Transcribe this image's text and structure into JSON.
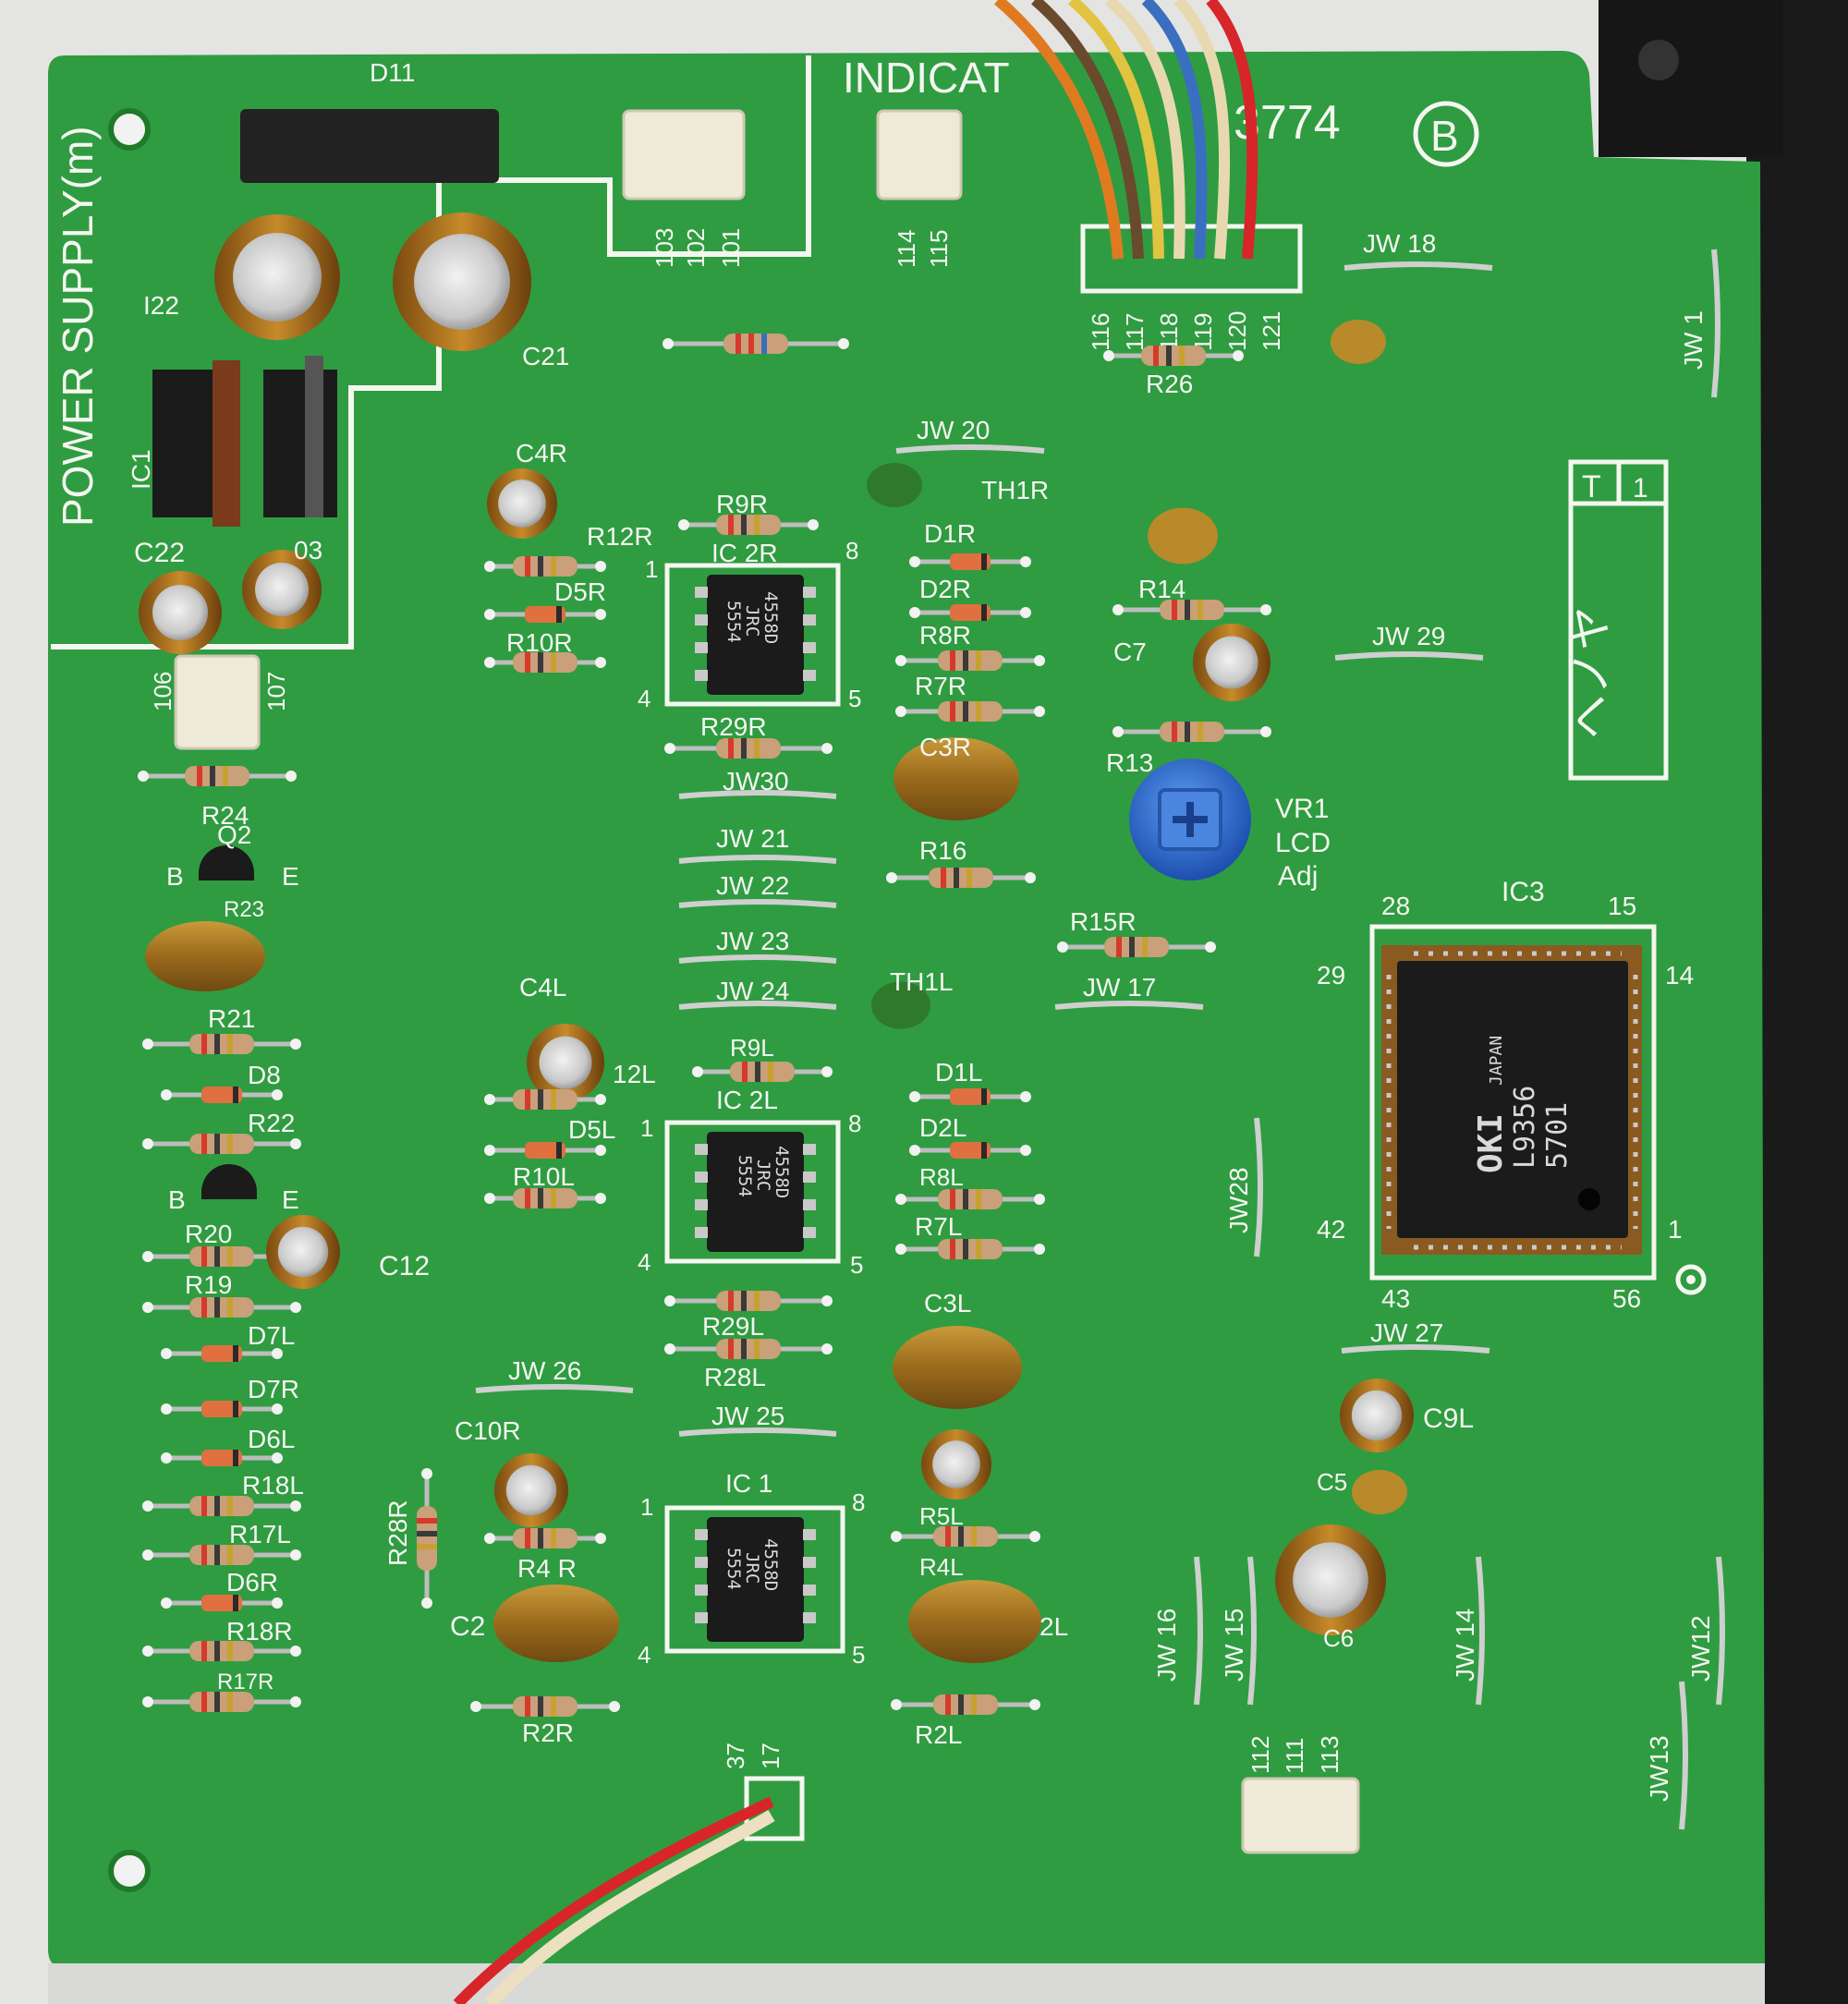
{
  "board": {
    "colors": {
      "pcb": "#2e9a3f",
      "pcb_dark": "#1f7a2c",
      "silkscreen": "#f4f6f0",
      "chassis": "#1a1a1a",
      "ic_body": "#1b1b1b"
    },
    "section_label": "POWER SUPPLY(m)",
    "indicator_label": "INDICAT",
    "board_number": "3774",
    "revision_mark": "B"
  },
  "ics": [
    {
      "ref": "IC 2R",
      "line1": "4558D",
      "line2": "JRC",
      "line3": "5554",
      "pin1": "1",
      "pin4": "4",
      "pin5": "5",
      "pin8": "8"
    },
    {
      "ref": "IC 2L",
      "line1": "4558D",
      "line2": "JRC",
      "line3": "5554",
      "pin1": "1",
      "pin4": "4",
      "pin5": "5",
      "pin8": "8"
    },
    {
      "ref": "IC 1",
      "line1": "4558D",
      "line2": "JRC",
      "line3": "5554",
      "pin1": "1",
      "pin4": "4",
      "pin5": "5",
      "pin8": "8"
    }
  ],
  "ic3": {
    "ref": "IC3",
    "brand": "OKI",
    "origin": "JAPAN",
    "part": "L9356",
    "code": "5701",
    "pins": [
      "28",
      "15",
      "29",
      "14",
      "42",
      "1",
      "43",
      "56"
    ]
  },
  "trimmer": {
    "ref": "VR1",
    "line2": "LCD",
    "line3": "Adj"
  },
  "connectors": {
    "top_left_pins": [
      "103",
      "102",
      "101"
    ],
    "top_mid_pins": [
      "114",
      "115"
    ],
    "ribbon_pins": [
      "116",
      "117",
      "118",
      "119",
      "120",
      "121"
    ],
    "left_pins": [
      "106",
      "107"
    ],
    "bottom_pins": [
      "112",
      "111",
      "113"
    ],
    "bottom_wire_pins": [
      "37",
      "17"
    ]
  },
  "labels": {
    "d11": "D11",
    "i22": "I22",
    "c21": "C21",
    "ic1_left": "IC1",
    "c22": "C22",
    "c3_partial": "03",
    "c4r": "C4R",
    "r12r": "R12R",
    "r9r": "R9R",
    "d5r": "D5R",
    "r10r": "R10R",
    "jw20": "JW 20",
    "th1r": "TH1R",
    "d1r": "D1R",
    "d2r": "D2R",
    "r8r": "R8R",
    "r7r": "R7R",
    "r29r": "R29R",
    "jw30": "JW30",
    "c3r": "C3R",
    "jw21": "JW 21",
    "jw22": "JW 22",
    "jw23": "JW 23",
    "jw24": "JW 24",
    "r16": "R16",
    "r15r": "R15R",
    "jw17": "JW 17",
    "th1l": "TH1L",
    "jw18": "JW 18",
    "r26": "R26",
    "jw1": "JW 1",
    "r14": "R14",
    "c7": "C7",
    "r13": "R13",
    "jw29": "JW 29",
    "r24": "R24",
    "q2": "Q2",
    "b1": "B",
    "e1": "E",
    "r23": "R23",
    "r21": "R21",
    "d8": "D8",
    "r22": "R22",
    "b2": "B",
    "e2": "E",
    "r20": "R20",
    "r19": "R19",
    "c12": "C12",
    "d7l": "D7L",
    "d7r": "D7R",
    "d6l": "D6L",
    "r18l": "R18L",
    "r17l": "R17L",
    "d6r": "D6R",
    "r18r": "R18R",
    "r17r": "R17R",
    "c4l": "C4L",
    "r12l": "12L",
    "r9l": "R9L",
    "d5l": "D5L",
    "r10l": "R10L",
    "d1l": "D1L",
    "d2l": "D2L",
    "r8l": "R8L",
    "r7l": "R7L",
    "r29l": "R29L",
    "r28l": "R28L",
    "c3l": "C3L",
    "jw26": "JW 26",
    "jw25": "JW 25",
    "c10r": "C10R",
    "r28r": "R28R",
    "r4r": "R4 R",
    "c2": "C2",
    "r2r": "R2R",
    "r5l": "R5L",
    "r4l": "R4L",
    "c2l": "2L",
    "r2l": "R2L",
    "jw28": "JW28",
    "jw27": "JW 27",
    "c9l": "C9L",
    "c5": "C5",
    "c6": "C6",
    "jw16": "JW 16",
    "jw15": "JW 15",
    "jw14": "JW 14",
    "jw12": "JW12",
    "jw13": "JW13",
    "tab_t": "T",
    "tab_1": "1",
    "tab_code": "ヘノヤ"
  }
}
